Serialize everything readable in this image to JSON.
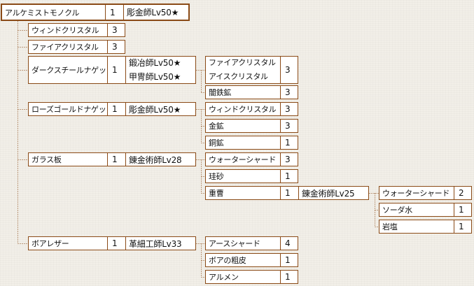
{
  "tree": {
    "name": "アルケミストモノクル",
    "qty": "1",
    "jobs": [
      "彫金師Lv50★"
    ],
    "children": [
      {
        "name": "ウィンドクリスタル",
        "qty": "3"
      },
      {
        "name": "ファイアクリスタル",
        "qty": "3"
      },
      {
        "name": "ダークスチールナゲット",
        "qty": "1",
        "jobs": [
          "鍛冶師Lv50★",
          "甲冑師Lv50★"
        ],
        "children": [
          {
            "names": [
              "ファイアクリスタル",
              "アイスクリスタル"
            ],
            "qty": "3"
          },
          {
            "name": "闇鉄鉱",
            "qty": "3"
          }
        ]
      },
      {
        "name": "ローズゴールドナゲット",
        "qty": "1",
        "jobs": [
          "彫金師Lv50★"
        ],
        "children": [
          {
            "name": "ウィンドクリスタル",
            "qty": "3"
          },
          {
            "name": "金鉱",
            "qty": "3"
          },
          {
            "name": "銅鉱",
            "qty": "1"
          }
        ]
      },
      {
        "name": "ガラス板",
        "qty": "1",
        "jobs": [
          "錬金術師Lv28"
        ],
        "children": [
          {
            "name": "ウォーターシャード",
            "qty": "3"
          },
          {
            "name": "珪砂",
            "qty": "1"
          },
          {
            "name": "重曹",
            "qty": "1",
            "jobs": [
              "錬金術師Lv25"
            ],
            "children": [
              {
                "name": "ウォーターシャード",
                "qty": "2"
              },
              {
                "name": "ソーダ水",
                "qty": "1"
              },
              {
                "name": "岩塩",
                "qty": "1"
              }
            ]
          }
        ]
      },
      {
        "name": "ボアレザー",
        "qty": "1",
        "jobs": [
          "革細工師Lv33"
        ],
        "children": [
          {
            "name": "アースシャード",
            "qty": "4"
          },
          {
            "name": "ボアの粗皮",
            "qty": "1"
          },
          {
            "name": "アルメン",
            "qty": "1"
          }
        ]
      }
    ]
  },
  "colors": {
    "border": "#8a4a16",
    "connector": "#8a4a16",
    "box_bg": "#ffffff",
    "page_bg": "#f2efe8"
  }
}
